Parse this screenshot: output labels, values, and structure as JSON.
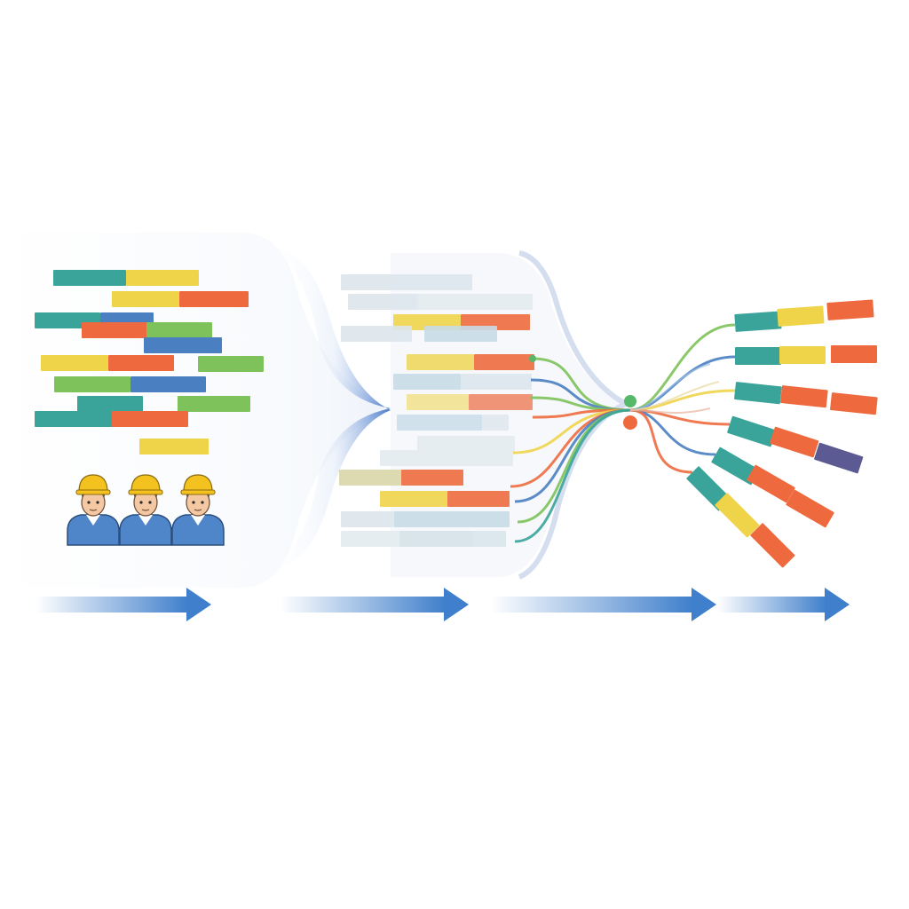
{
  "colors": {
    "teal": "#3AA39A",
    "yellow": "#EFD44A",
    "orange": "#EE6A3E",
    "blue": "#4A7FC1",
    "green": "#7DC25A",
    "purple": "#5C5A92",
    "arrow": "#3F7FCB",
    "funnel": "#3F73C8",
    "node_green": "#57B86A",
    "node_orange": "#EE6A3E",
    "helmet": "#F4C21F",
    "shirt": "#4F86C9",
    "skin": "#F3C8A2"
  },
  "stages": [
    {
      "name": "raw-segments"
    },
    {
      "name": "funnel-aligned-segments"
    },
    {
      "name": "junction"
    },
    {
      "name": "output-branches"
    }
  ],
  "workers": {
    "count": 3
  },
  "flow_arrows": {
    "count": 4
  }
}
